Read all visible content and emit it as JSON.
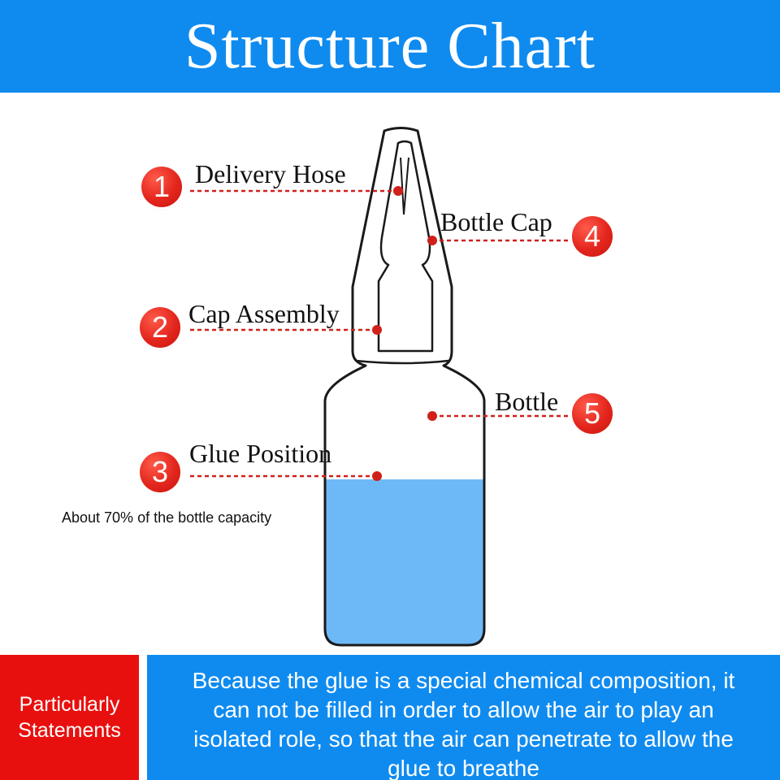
{
  "header": {
    "title": "Structure Chart"
  },
  "parts": [
    {
      "number": "1",
      "label": "Delivery Hose"
    },
    {
      "number": "2",
      "label": "Cap Assembly"
    },
    {
      "number": "3",
      "label": "Glue Position"
    },
    {
      "number": "4",
      "label": "Bottle Cap"
    },
    {
      "number": "5",
      "label": "Bottle"
    }
  ],
  "glue_note": "About 70% of the bottle capacity",
  "glue_fill_fraction": 0.7,
  "footer": {
    "badge": "Particularly Statements",
    "statement": "Because the glue is a special chemical composition, it can not be filled in order to allow the air to play an isolated role, so that the air can penetrate to allow the glue to breathe"
  },
  "colors": {
    "header_bg": "#0f8bf0",
    "badge_red": "#e3261d",
    "glue_fill": "#6db9f8",
    "footer_red": "#e8100e",
    "leader_line": "#d0201a"
  }
}
